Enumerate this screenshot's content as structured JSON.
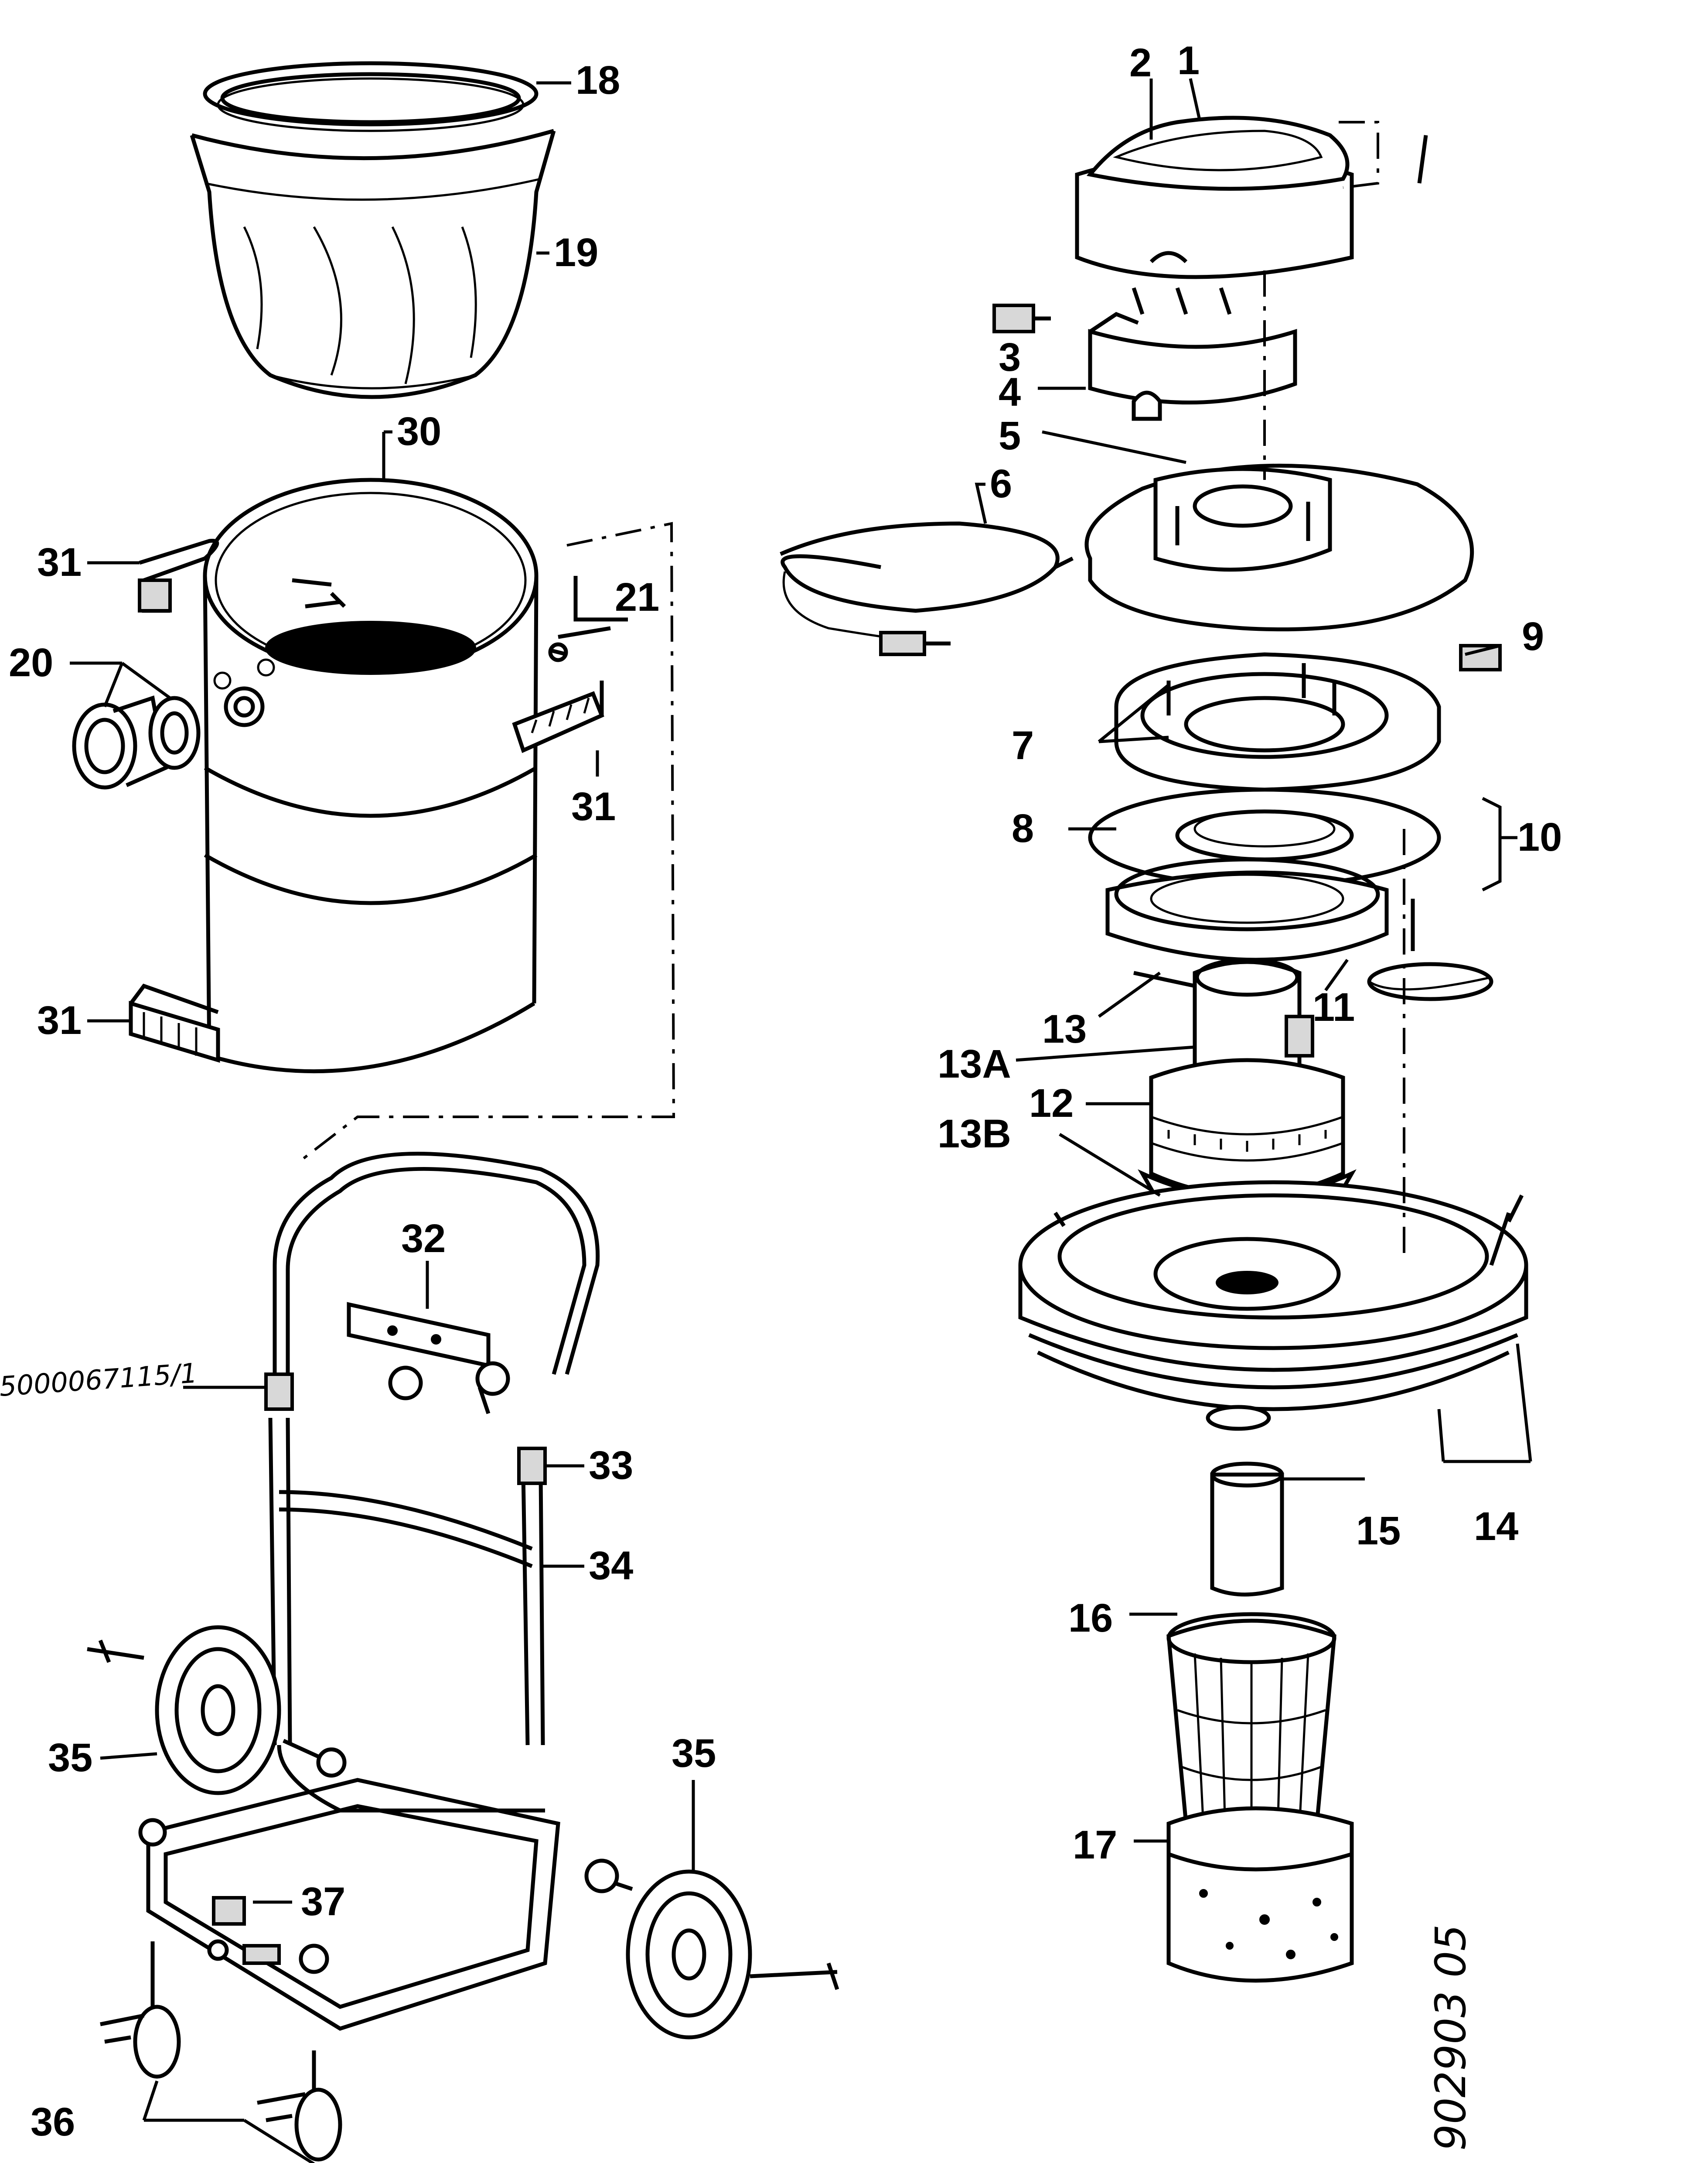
{
  "callouts": {
    "c1": "1",
    "c2": "2",
    "c3": "3",
    "c4": "4",
    "c5": "5",
    "c6": "6",
    "c7": "7",
    "c8": "8",
    "c9": "9",
    "c10": "10",
    "c11": "11",
    "c12": "12",
    "c13": "13",
    "c13A": "13A",
    "c13B": "13B",
    "c14": "14",
    "c15": "15",
    "c16": "16",
    "c17": "17",
    "c18": "18",
    "c19": "19",
    "c20": "20",
    "c21": "21",
    "c30": "30",
    "c31a": "31",
    "c31b": "31",
    "c31c": "31",
    "c32": "32",
    "c33": "33",
    "c34": "34",
    "c35a": "35",
    "c35b": "35",
    "c36": "36",
    "c37": "37"
  },
  "handwritten_note": "5000067115/1",
  "drawing_reference": "902903 05",
  "colors": {
    "ink": "#000000",
    "paper": "#ffffff"
  }
}
